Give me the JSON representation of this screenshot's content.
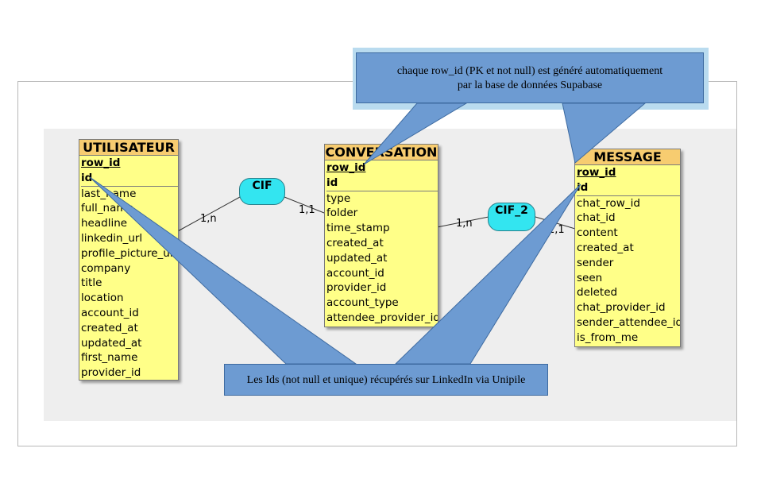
{
  "entities": {
    "utilisateur": {
      "name": "UTILISATEUR",
      "fields": [
        "row_id",
        "id",
        "last_name",
        "full_name",
        "headline",
        "linkedin_url",
        "profile_picture_url",
        "company",
        "title",
        "location",
        "account_id",
        "created_at",
        "updated_at",
        "first_name",
        "provider_id"
      ]
    },
    "conversation": {
      "name": "CONVERSATION",
      "fields": [
        "row_id",
        "id",
        "type",
        "folder",
        "time_stamp",
        "created_at",
        "updated_at",
        "account_id",
        "provider_id",
        "account_type",
        "attendee_provider_id"
      ]
    },
    "message": {
      "name": "MESSAGE",
      "fields": [
        "row_id",
        "id",
        "chat_row_id",
        "chat_id",
        "content",
        "created_at",
        "sender",
        "seen",
        "deleted",
        "chat_provider_id",
        "sender_attendee_id",
        "is_from_me"
      ]
    }
  },
  "associations": {
    "cif": {
      "label": "CIF",
      "card_left": "1,n",
      "card_right": "1,1"
    },
    "cif2": {
      "label": "CIF_2",
      "card_left": "1,n",
      "card_right": "1,1"
    }
  },
  "callouts": {
    "top_line1": "chaque row_id (PK et not null) est généré automatiquement",
    "top_line2": "par la base de données Supabase",
    "bottom": "Les Ids (not null et unique) récupérés sur LinkedIn via Unipile"
  },
  "colors": {
    "entity_fill": "#ffff88",
    "entity_header": "#f7cc70",
    "association_fill": "#33e5f0",
    "callout_fill": "#6d9bd2",
    "background_panel": "#eeeeee"
  }
}
